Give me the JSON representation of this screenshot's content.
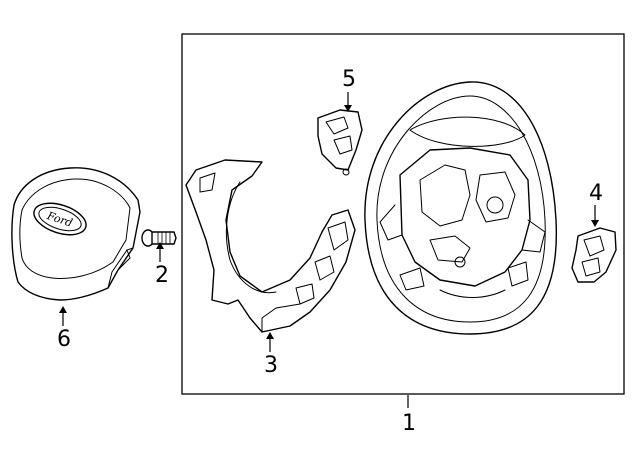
{
  "callouts": {
    "c1": "1",
    "c2": "2",
    "c3": "3",
    "c4": "4",
    "c5": "5",
    "c6": "6"
  },
  "logo_text": "Ford"
}
